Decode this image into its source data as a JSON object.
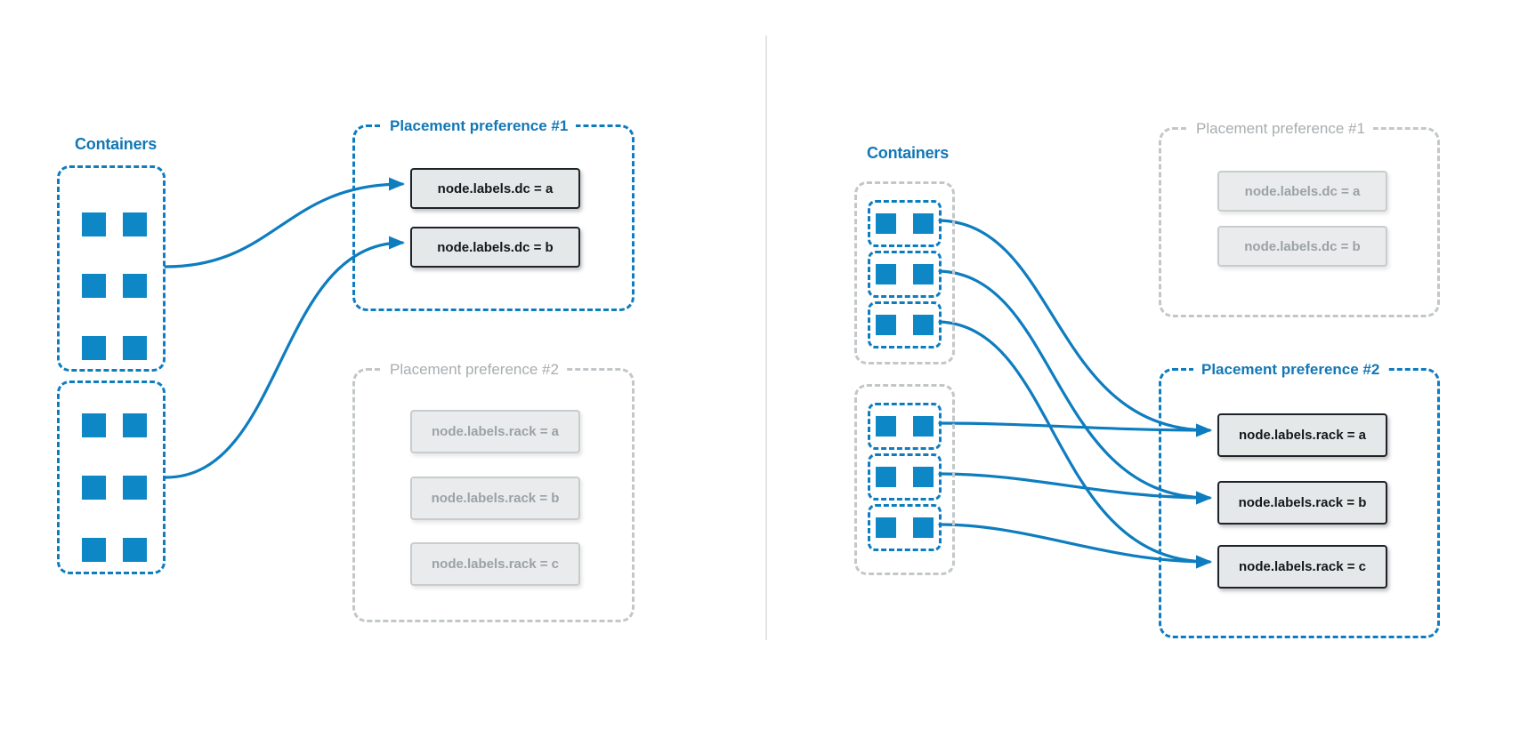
{
  "colors": {
    "blue": "#0e7dbf",
    "blue_square": "#0d87c6",
    "blue_text": "#1277b6",
    "gray_border": "#c3c7c9",
    "gray_text": "#a8adb0",
    "inactive_box_bg": "#e9ebec",
    "inactive_box_border": "#c9cccd",
    "inactive_box_text": "#9ba2a6",
    "active_box_bg": "#e5e8e9",
    "active_box_border": "#1d2329"
  },
  "left": {
    "containers_label": "Containers",
    "preference1": {
      "title": "Placement preference #1",
      "labels": [
        "node.labels.dc = a",
        "node.labels.dc = b"
      ]
    },
    "preference2": {
      "title": "Placement preference #2",
      "labels": [
        "node.labels.rack = a",
        "node.labels.rack = b",
        "node.labels.rack = c"
      ]
    }
  },
  "right": {
    "containers_label": "Containers",
    "preference1": {
      "title": "Placement preference #1",
      "labels": [
        "node.labels.dc = a",
        "node.labels.dc = b"
      ]
    },
    "preference2": {
      "title": "Placement preference #2",
      "labels": [
        "node.labels.rack = a",
        "node.labels.rack = b",
        "node.labels.rack = c"
      ]
    }
  }
}
